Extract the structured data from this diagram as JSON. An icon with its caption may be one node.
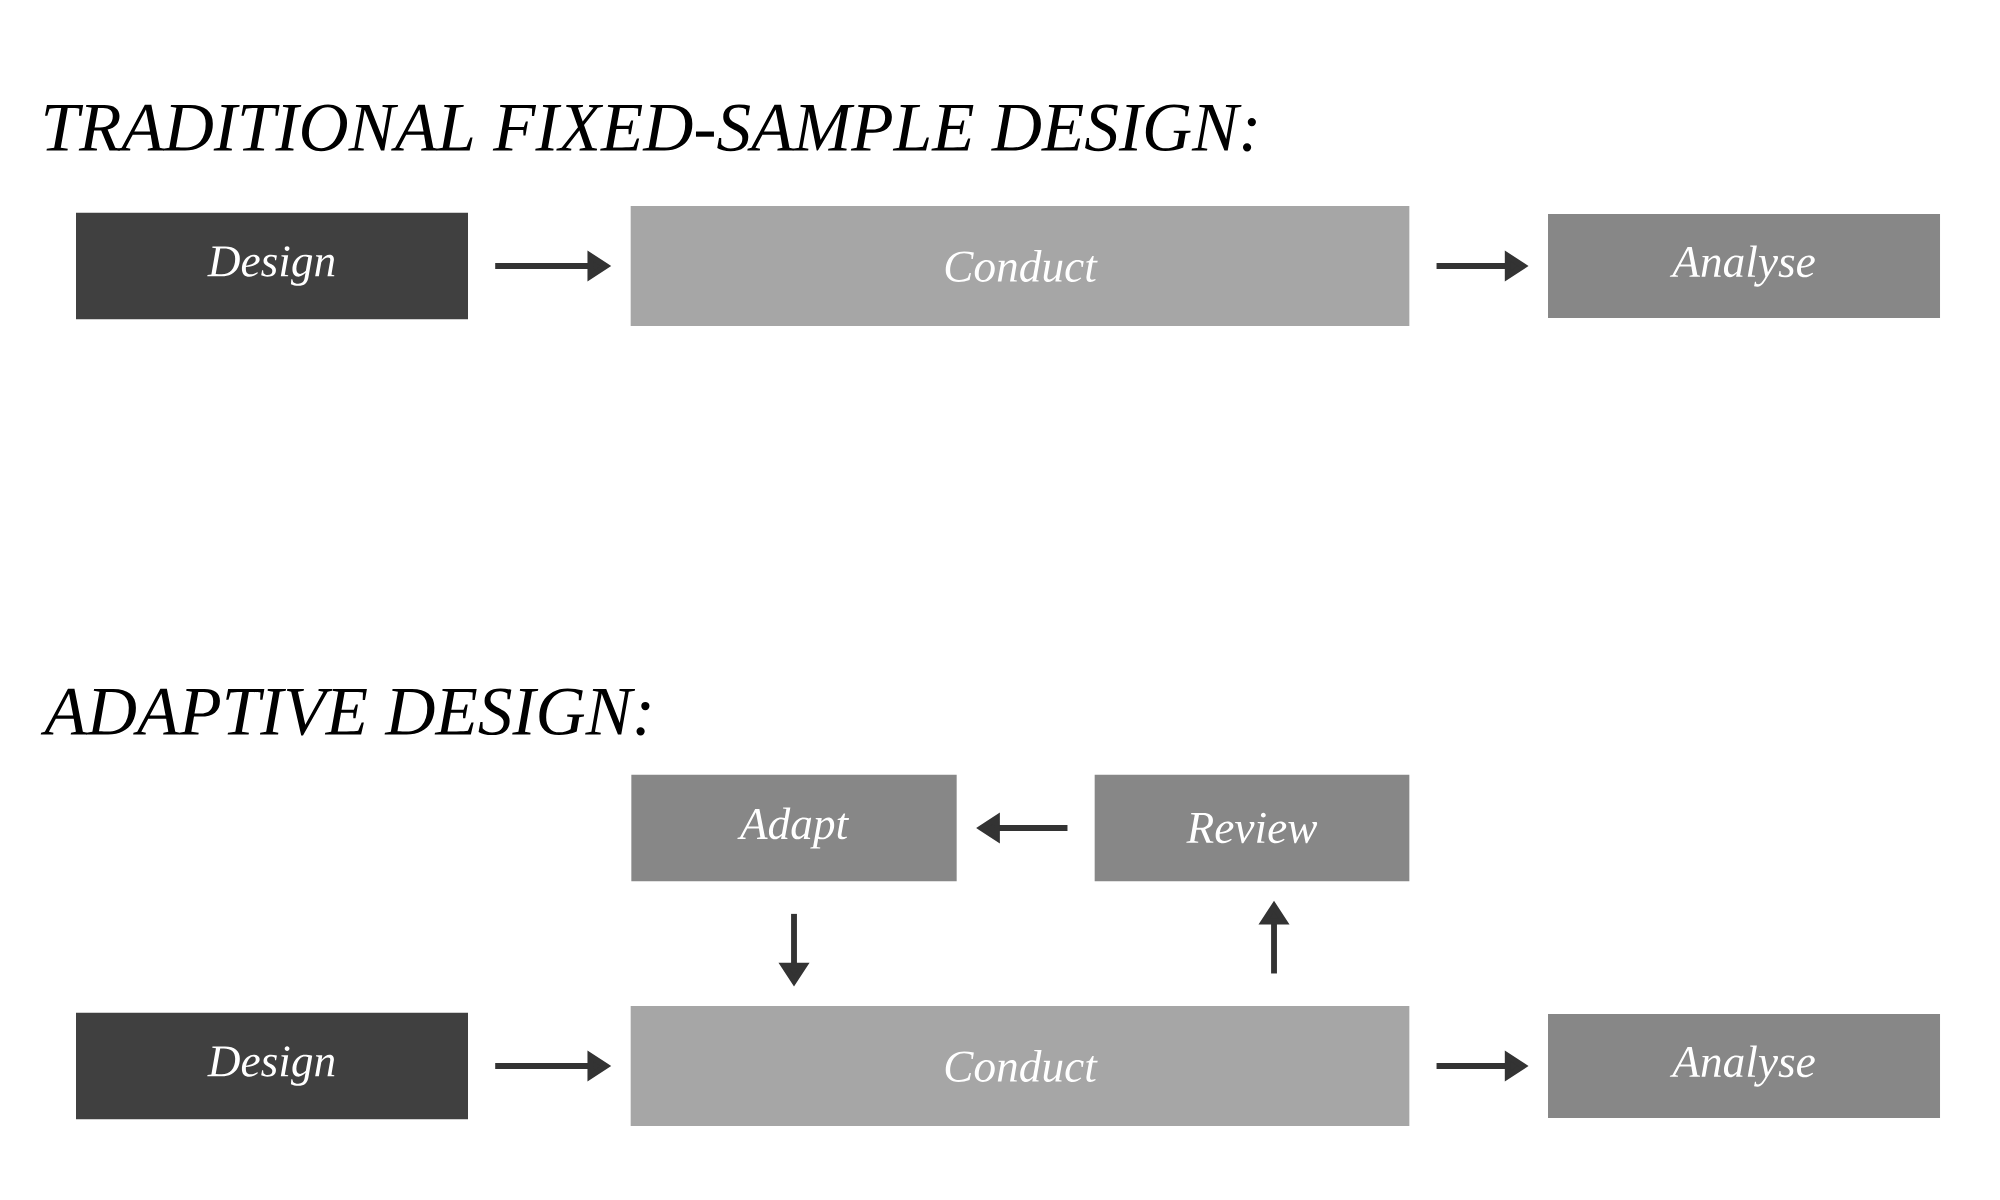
{
  "diagram": {
    "nodes": [
      {
        "text": [
          "Design"
        ]
      },
      {
        "text": [
          "Conduct"
        ]
      },
      {
        "text": [
          "Analyse"
        ]
      },
      {
        "text": [
          "Adapt"
        ]
      },
      {
        "text": [
          "Review"
        ]
      },
      {
        "text": [
          "Design"
        ]
      },
      {
        "text": [
          "Conduct"
        ]
      },
      {
        "text": [
          "Analyse"
        ]
      }
    ],
    "edges": [
      {
        "from": 0,
        "to": 1,
        "arrow": "to"
      },
      {
        "from": 1,
        "to": 2,
        "arrow": "to"
      },
      {
        "from": 4,
        "to": 3,
        "arrow": "to"
      },
      {
        "from": 3,
        "to": 6,
        "arrow": "to"
      },
      {
        "from": 6,
        "to": 4,
        "arrow": "to"
      },
      {
        "from": 5,
        "to": 6,
        "arrow": "to"
      },
      {
        "from": 6,
        "to": 7,
        "arrow": "to"
      }
    ],
    "labels": [
      "TRADITIONAL FIXED-SAMPLE DESIGN:",
      "ADAPTIVE DESIGN:"
    ]
  }
}
